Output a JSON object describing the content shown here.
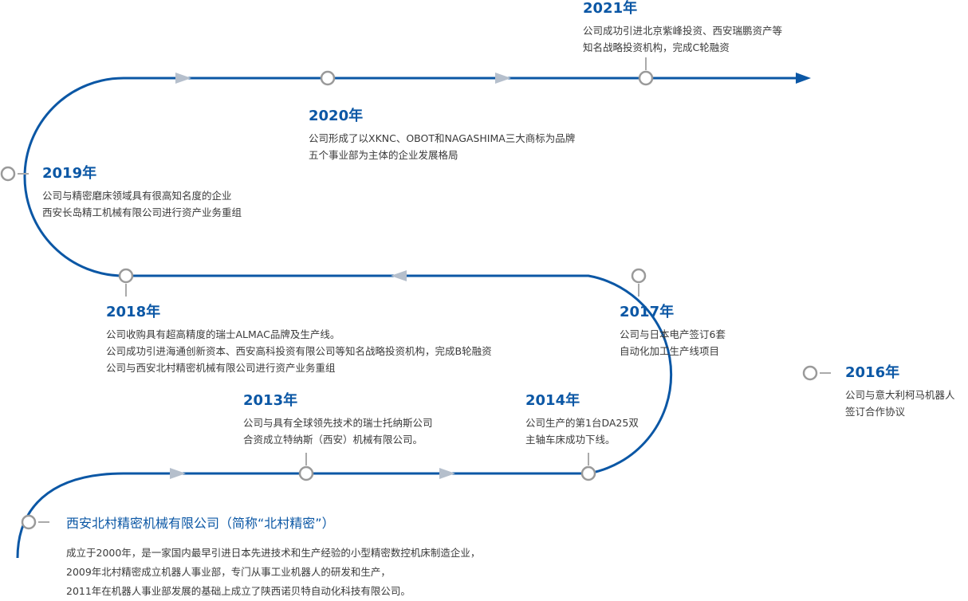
{
  "colors": {
    "path": "#0b57a5",
    "node": "#9a9a9a",
    "connector": "#aaaaaa",
    "arrow": "#b5bfcc",
    "year": "#0b57a5",
    "text": "#3a3a3a"
  },
  "milestones": [
    {
      "year": "2021年",
      "lines": [
        "公司成功引进北京紫峰投资、西安瑞鹏资产等",
        "知名战略投资机构，完成C轮融资"
      ]
    },
    {
      "year": "2020年",
      "lines": [
        "公司形成了以XKNC、OBOT和NAGASHIMA三大商标为品牌",
        "五个事业部为主体的企业发展格局"
      ]
    },
    {
      "year": "2019年",
      "lines": [
        "公司与精密磨床领域具有很高知名度的企业",
        "西安长岛精工机械有限公司进行资产业务重组"
      ]
    },
    {
      "year": "2018年",
      "lines": [
        "公司收购具有超高精度的瑞士ALMAC品牌及生产线。",
        "公司成功引进海通创新资本、西安高科投资有限公司等知名战略投资机构，完成B轮融资",
        "公司与西安北村精密机械有限公司进行资产业务重组"
      ]
    },
    {
      "year": "2017年",
      "lines": [
        "公司与日本电产签订6套",
        "自动化加工生产线项目"
      ]
    },
    {
      "year": "2016年",
      "lines": [
        "公司与意大利柯马机器人",
        "签订合作协议"
      ]
    },
    {
      "year": "2013年",
      "lines": [
        "公司与具有全球领先技术的瑞士托纳斯公司",
        "合资成立特纳斯（西安）机械有限公司。"
      ]
    },
    {
      "year": "2014年",
      "lines": [
        "公司生产的第1台DA25双",
        "主轴车床成功下线。"
      ]
    }
  ],
  "company": {
    "title": "西安北村精密机械有限公司（简称“北村精密”）",
    "lines": [
      "成立于2000年，是一家国内最早引进日本先进技术和生产经验的小型精密数控机床制造企业，",
      "2009年北村精密成立机器人事业部，专门从事工业机器人的研发和生产，",
      "2011年在机器人事业部发展的基础上成立了陕西诺贝特自动化科技有限公司。"
    ]
  }
}
